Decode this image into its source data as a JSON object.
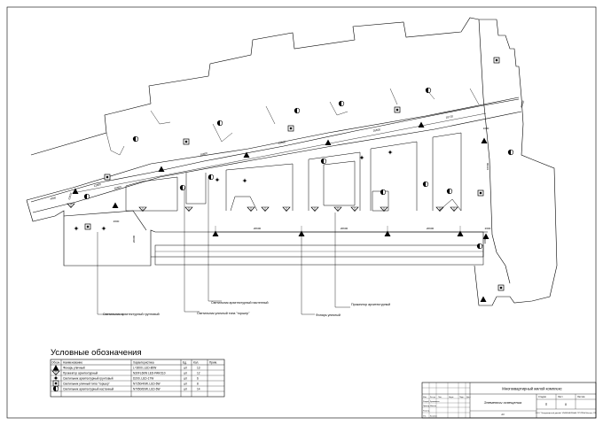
{
  "legend": {
    "title": "Условные обозначения",
    "headers": [
      "Обозн.",
      "Наименование",
      "Характеристика",
      "Ед.",
      "Кол.",
      "Прим."
    ],
    "rows": [
      {
        "symbol": "triangle",
        "name": "Фонарь уличный",
        "spec": "L=3000, LED-80W",
        "unit": "шт",
        "qty": "13",
        "note": ""
      },
      {
        "symbol": "spot",
        "name": "Прожектор архитектурный",
        "spec": "N30FL60W LED-PAR/110",
        "unit": "шт",
        "qty": "12",
        "note": ""
      },
      {
        "symbol": "star",
        "name": "Светильник архитектурный грунтовый",
        "spec": "D200, LED-17W",
        "unit": "шт",
        "qty": "6",
        "note": ""
      },
      {
        "symbol": "square",
        "name": "Светильник уличный типа \"торшер\"",
        "spec": "N7250/40W, LED-6W",
        "unit": "шт",
        "qty": "8",
        "note": ""
      },
      {
        "symbol": "halfcircle",
        "name": "Светильник архитектурный настенный",
        "spec": "N7950/60W, LED-6W",
        "unit": "шт",
        "qty": "14",
        "note": ""
      }
    ]
  },
  "callouts": [
    "Светильник архитектурный грунтовый",
    "Светильник уличный типа \"торшер\"",
    "Светильник архитектурный настенный",
    "Фонарь уличный",
    "Прожектор архитектурный"
  ],
  "dimensions": [
    "20600",
    "12670",
    "20600",
    "33800",
    "10720",
    "20450",
    "26600",
    "1000",
    "10000",
    "2600",
    "20900",
    "20600",
    "20600",
    "20900",
    "2600",
    "1000",
    "12800",
    "4000"
  ],
  "title_block": {
    "project": "Многоквартирный жилой комплекс",
    "sheet_title": "Элементы освещения",
    "org": "ООО \"Ландшафтный дизайн\" ИНЖЕНЕРНЫЕ ГРУППЫ Москва, РФ",
    "stage_header": "Стадия",
    "sheet_header": "Лист",
    "sheets_header": "Листов",
    "stage": "П",
    "sheet": "8",
    "format": "А3",
    "columns": [
      "Изм.",
      "Кол.уч",
      "Лист",
      "№док.",
      "Подп.",
      "Дата"
    ],
    "roles": [
      "Разраб.",
      "Провер.",
      "Н.контр.",
      "Утв."
    ],
    "names": [
      "Кривошеев",
      "Иванов",
      "",
      "Калинин"
    ]
  },
  "colors": {
    "line": "#000000",
    "paper": "#ffffff",
    "dim": "#444444"
  }
}
